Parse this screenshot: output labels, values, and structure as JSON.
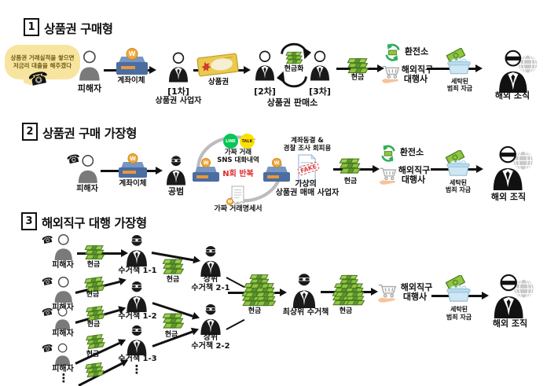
{
  "icons": {
    "won": "W"
  },
  "colors": {
    "cash_green": "#8dc63f",
    "recycle_green": "#2eac5b",
    "alert_red": "#e02a2a",
    "line_green": "#06c755",
    "talk_yellow": "#fae100",
    "bubble_yellow": "#f7e49e",
    "card_blue": "#4b6da0",
    "basket_blue": "#cfe7f4"
  },
  "sections": [
    {
      "num": "1",
      "title": "상품권 구매형",
      "bubble1": "상품권 거래실적을 쌓으면",
      "bubble2": "저금리 대출을 해주겠다",
      "victim": "피해자",
      "transfer": "계좌이체",
      "step1": "[1차]",
      "step1_role": "상품권 사업자",
      "gift": "상품권",
      "step2": "[2차]",
      "step3": "[3차]",
      "cashify": "현금화",
      "seller": "상품권 판매소",
      "cash": "현금",
      "exchange": "환전소",
      "agency1": "해외직구",
      "agency2": "대행사",
      "laundered1": "세탁된",
      "laundered2": "범죄 자금",
      "overseas": "해외 조직"
    },
    {
      "num": "2",
      "title": "상품권 구매 가장형",
      "victim": "피해자",
      "transfer": "계좌이체",
      "accomplice": "공범",
      "sns_line": "LINE",
      "sns_talk": "TALK",
      "sns1": "가짜 거래",
      "sns2": "SNS 대화내역",
      "repeat": "N회 반복",
      "fake_receipt": "가짜 거래명세서",
      "evade1": "계좌동결 &",
      "evade2": "경찰 조사 회피용",
      "fake_sticker": "FAKE",
      "virtual1": "가상의",
      "virtual2": "상품권 매매 사업자",
      "cash": "현금",
      "exchange": "환전소",
      "agency1": "해외직구",
      "agency2": "대행사",
      "laundered1": "세탁된",
      "laundered2": "범죄 자금",
      "overseas": "해외 조직"
    },
    {
      "num": "3",
      "title": "해외직구 대행 가장형",
      "victim": "피해자",
      "cash": "현금",
      "collector1": "수거책 1-1",
      "collector2": "수거책 1-2",
      "collector3": "수거책 1-3",
      "upper_prefix": "상위",
      "upper1": "수거책 2-1",
      "upper2": "수거책 2-2",
      "top_collector": "최상위 수거책",
      "agency1": "해외직구",
      "agency2": "대행사",
      "laundered1": "세탁된",
      "laundered2": "범죄 자금",
      "overseas": "해외 조직"
    }
  ]
}
